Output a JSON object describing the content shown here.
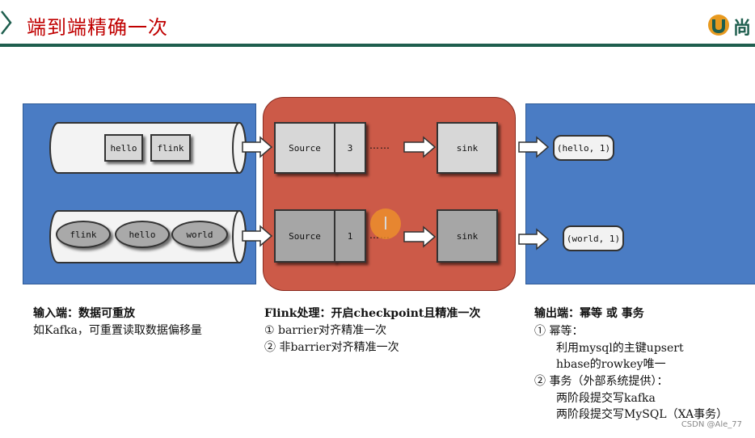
{
  "header": {
    "title": "端到端精确一次",
    "logo_text": "尚"
  },
  "input_panel": {
    "row1_items": [
      "hello",
      "flink"
    ],
    "row2_items": [
      "flink",
      "hello",
      "world"
    ]
  },
  "flink_panel": {
    "row1": {
      "source": "Source",
      "barrier": "3",
      "dots": "……",
      "sink": "sink"
    },
    "row2": {
      "source": "Source",
      "barrier": "1",
      "dots": "……",
      "sink": "sink"
    }
  },
  "output_panel": {
    "row1": "(hello, 1)",
    "row2": "(world, 1)"
  },
  "captions": {
    "input": {
      "heading": "输入端：数据可重放",
      "lines": [
        "如Kafka，可重置读取数据偏移量"
      ]
    },
    "flink": {
      "heading": "Flink处理：开启checkpoint且精准一次",
      "lines": [
        "① barrier对齐精准一次",
        "② 非barrier对齐精准一次"
      ]
    },
    "output": {
      "heading": "输出端：幂等 或 事务",
      "lines": [
        "① 幂等：",
        "利用mysql的主键upsert",
        "hbase的rowkey唯一",
        "② 事务（外部系统提供）：",
        "两阶段提交写kafka",
        "两阶段提交写MySQL（XA事务）"
      ]
    }
  },
  "watermark": "CSDN @Ale_77",
  "colors": {
    "title": "#c00000",
    "header_line": "#1e5e4e",
    "panel_blue": "#4a7cc4",
    "panel_red": "#cc5a48",
    "box_light": "#d7d7d7",
    "box_dark": "#a6a6a6"
  }
}
